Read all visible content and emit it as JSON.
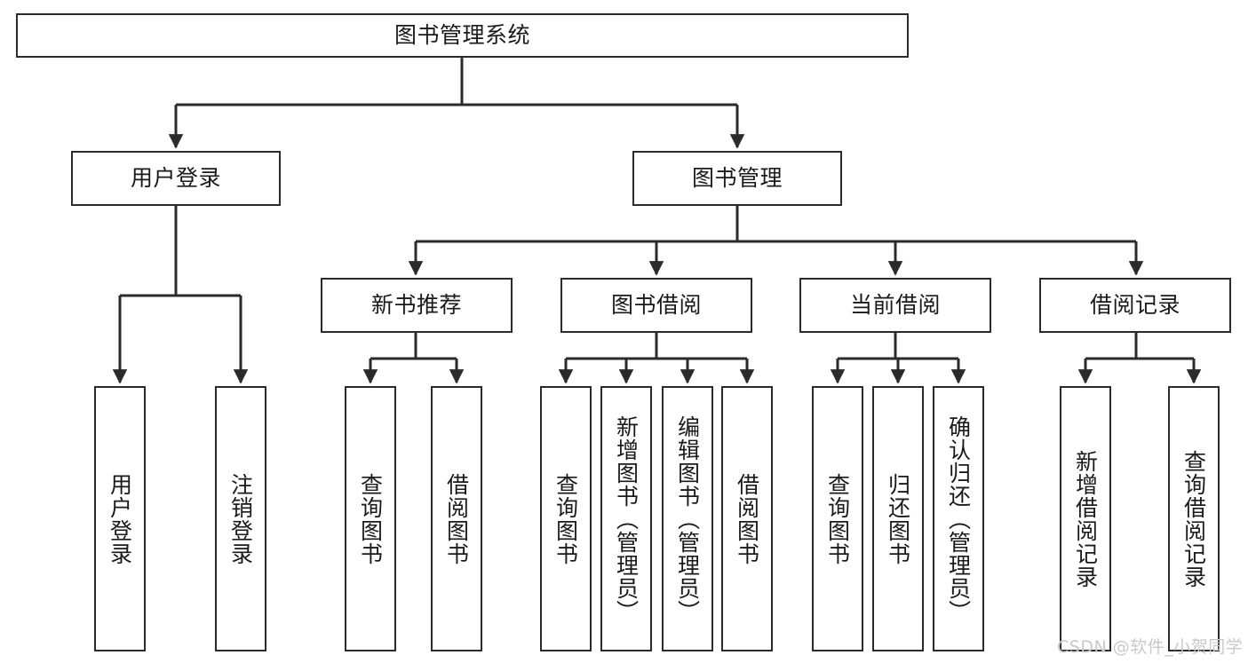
{
  "diagram": {
    "title": "图书管理系统",
    "type": "tree-hierarchy-diagram",
    "style": {
      "box_border": "#2b2b2b",
      "box_fill": "#ffffff",
      "line": "#2b2b2b",
      "text": "#1a1a1a",
      "background": "#ffffff",
      "watermark_color": "#c9c9c9"
    },
    "root": {
      "label": "图书管理系统"
    },
    "level2": [
      {
        "label": "用户登录"
      },
      {
        "label": "图书管理"
      }
    ],
    "level3": [
      {
        "label": "新书推荐"
      },
      {
        "label": "图书借阅"
      },
      {
        "label": "当前借阅"
      },
      {
        "label": "借阅记录"
      }
    ],
    "leaves": {
      "user_login": [
        {
          "label": "用户登录"
        },
        {
          "label": "注销登录"
        }
      ],
      "new_book_recommend": [
        {
          "label": "查询图书"
        },
        {
          "label": "借阅图书"
        }
      ],
      "book_borrow": [
        {
          "label": "查询图书"
        },
        {
          "label": "新增图书（管理员）"
        },
        {
          "label": "编辑图书（管理员）"
        },
        {
          "label": "借阅图书"
        }
      ],
      "current_borrow": [
        {
          "label": "查询图书"
        },
        {
          "label": "归还图书"
        },
        {
          "label": "确认归还（管理员）"
        }
      ],
      "borrow_record": [
        {
          "label": "新增借阅记录"
        },
        {
          "label": "查询借阅记录"
        }
      ]
    },
    "watermark": "CSDN @软件_小贺同学"
  }
}
